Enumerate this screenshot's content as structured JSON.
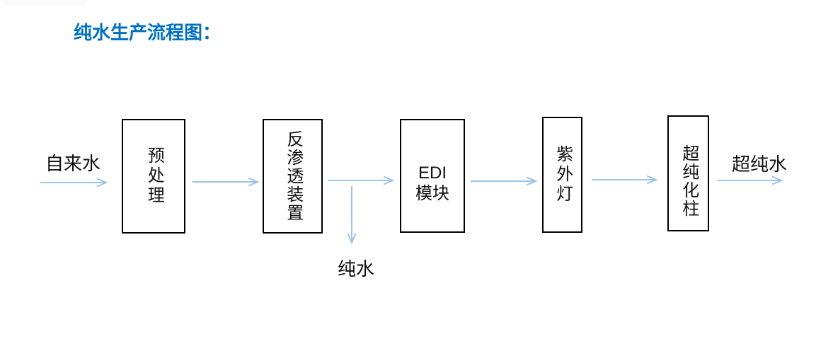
{
  "title": {
    "text": "纯水生产流程图："
  },
  "colors": {
    "title": "#0070C0",
    "arrow": "#9CC3E8",
    "box-border": "#000000",
    "text": "#111111"
  },
  "flow": {
    "source_label": "自来水",
    "branch_label": "纯水",
    "output_label": "超纯水",
    "steps": [
      {
        "label": "预处理"
      },
      {
        "label": "反渗透装置"
      },
      {
        "line1": "EDI",
        "line2": "模块"
      },
      {
        "label": "紫外灯"
      },
      {
        "label": "超纯化柱"
      }
    ]
  }
}
